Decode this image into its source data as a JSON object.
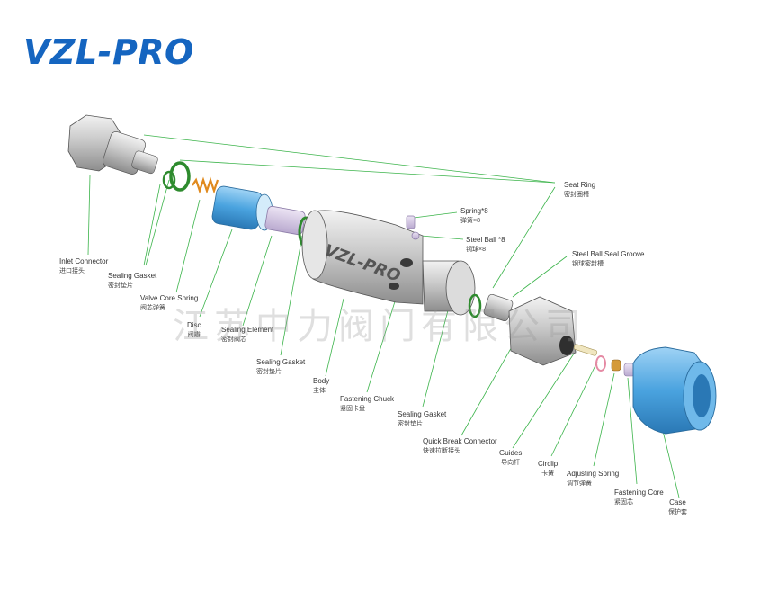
{
  "brand": {
    "logo_text": "VZL-PRO",
    "color": "#1565c0"
  },
  "watermark": "江苏中力阀门有限公司",
  "body_engraving": "VZL-PRO",
  "colors": {
    "leader_line": "#3cb44b",
    "o_ring": "#2e8b2e",
    "blue_part": "#4aa3df",
    "metal": "#c8c8c8"
  },
  "parts": [
    {
      "en": "Inlet Connector",
      "zh": "进口接头"
    },
    {
      "en": "Sealing Gasket",
      "zh": "密封垫片"
    },
    {
      "en": "Valve Core Spring",
      "zh": "阀芯弹簧"
    },
    {
      "en": "Disc",
      "zh": "阀瓣"
    },
    {
      "en": "Sealing Element",
      "zh": "密封阀芯"
    },
    {
      "en": "Sealing Gasket",
      "zh": "密封垫片"
    },
    {
      "en": "Body",
      "zh": "主体"
    },
    {
      "en": "Fastening Chuck",
      "zh": "紧固卡盘"
    },
    {
      "en": "Sealing Gasket",
      "zh": "密封垫片"
    },
    {
      "en": "Quick Break Connector",
      "zh": "快速拉断接头"
    },
    {
      "en": "Guides",
      "zh": "导向杆"
    },
    {
      "en": "Circlip",
      "zh": "卡簧"
    },
    {
      "en": "Adjusting Spring",
      "zh": "调节弹簧"
    },
    {
      "en": "Fastening Core",
      "zh": "紧固芯"
    },
    {
      "en": "Case",
      "zh": "保护套"
    },
    {
      "en": "Seat Ring",
      "zh": "密封圈槽"
    },
    {
      "en": "Spring*8",
      "zh": "弹簧×8"
    },
    {
      "en": "Steel Ball *8",
      "zh": "钢球×8"
    },
    {
      "en": "Steel Ball Seal Groove",
      "zh": "钢球密封槽"
    }
  ]
}
